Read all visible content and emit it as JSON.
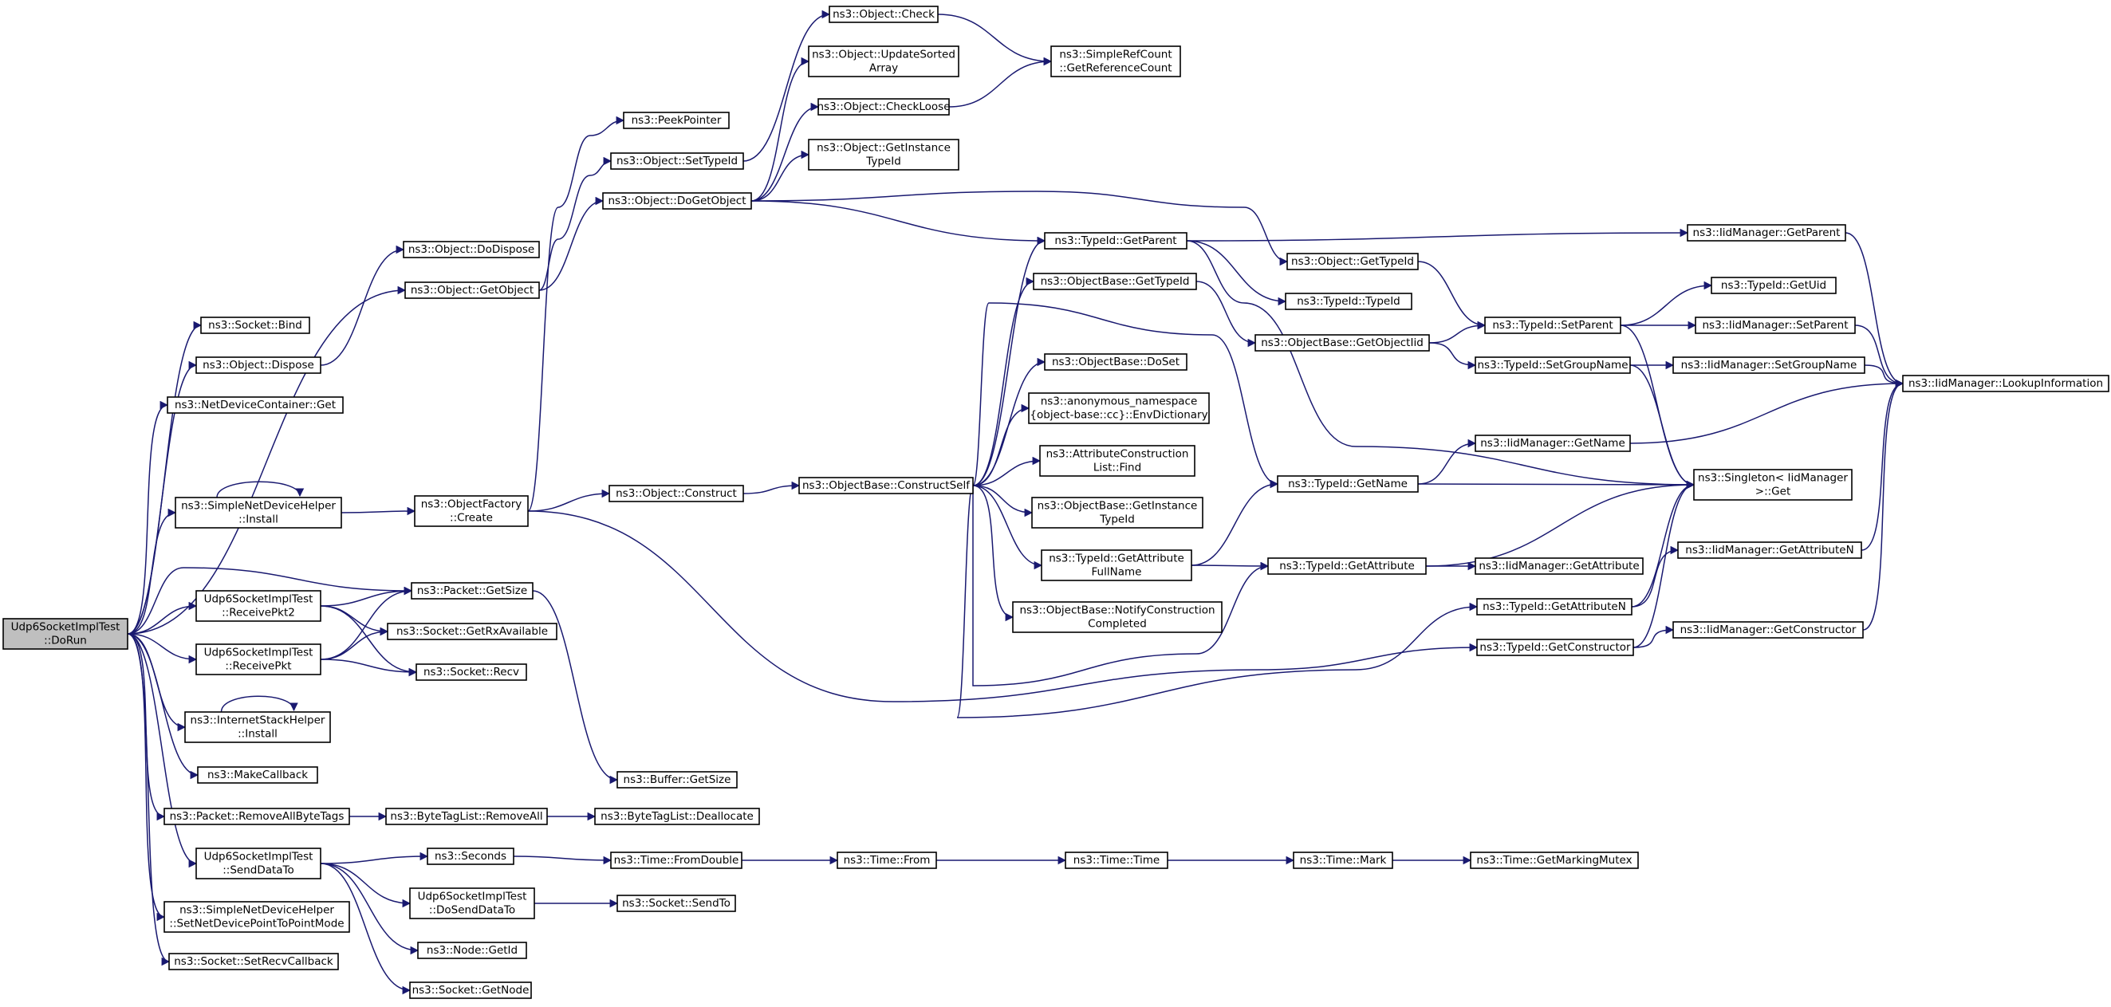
{
  "diagram": {
    "type": "call-graph",
    "colors": {
      "edge": "#191970",
      "node_fill": "#ffffff",
      "root_fill": "#bfbfbf",
      "border": "#000000"
    },
    "nodes": [
      {
        "id": "root",
        "lines": [
          "Udp6SocketImplTest",
          "::DoRun"
        ],
        "root": true
      },
      {
        "id": "socket_bind",
        "lines": [
          "ns3::Socket::Bind"
        ]
      },
      {
        "id": "object_dispose",
        "lines": [
          "ns3::Object::Dispose"
        ]
      },
      {
        "id": "ndc_get",
        "lines": [
          "ns3::NetDeviceContainer::Get"
        ]
      },
      {
        "id": "sndh_install",
        "lines": [
          "ns3::SimpleNetDeviceHelper",
          "::Install"
        ]
      },
      {
        "id": "packet_getsize",
        "lines": [
          "ns3::Packet::GetSize"
        ]
      },
      {
        "id": "recvpkt2",
        "lines": [
          "Udp6SocketImplTest",
          "::ReceivePkt2"
        ]
      },
      {
        "id": "socket_getrxavail",
        "lines": [
          "ns3::Socket::GetRxAvailable"
        ]
      },
      {
        "id": "recvpkt",
        "lines": [
          "Udp6SocketImplTest",
          "::ReceivePkt"
        ]
      },
      {
        "id": "socket_recv",
        "lines": [
          "ns3::Socket::Recv"
        ]
      },
      {
        "id": "ish_install",
        "lines": [
          "ns3::InternetStackHelper",
          "::Install"
        ]
      },
      {
        "id": "makecallback",
        "lines": [
          "ns3::MakeCallback"
        ]
      },
      {
        "id": "packet_removeall",
        "lines": [
          "ns3::Packet::RemoveAllByteTags"
        ]
      },
      {
        "id": "senddatato",
        "lines": [
          "Udp6SocketImplTest",
          "::SendDataTo"
        ]
      },
      {
        "id": "sndh_setp2p",
        "lines": [
          "ns3::SimpleNetDeviceHelper",
          "::SetNetDevicePointToPointMode"
        ]
      },
      {
        "id": "socket_setrecvcb",
        "lines": [
          "ns3::Socket::SetRecvCallback"
        ]
      },
      {
        "id": "object_dodispose",
        "lines": [
          "ns3::Object::DoDispose"
        ]
      },
      {
        "id": "object_getobject",
        "lines": [
          "ns3::Object::GetObject"
        ]
      },
      {
        "id": "objfactory_create",
        "lines": [
          "ns3::ObjectFactory",
          "::Create"
        ]
      },
      {
        "id": "btl_removeall",
        "lines": [
          "ns3::ByteTagList::RemoveAll"
        ]
      },
      {
        "id": "seconds",
        "lines": [
          "ns3::Seconds"
        ]
      },
      {
        "id": "dosenddatato",
        "lines": [
          "Udp6SocketImplTest",
          "::DoSendDataTo"
        ]
      },
      {
        "id": "node_getid",
        "lines": [
          "ns3::Node::GetId"
        ]
      },
      {
        "id": "socket_getnode",
        "lines": [
          "ns3::Socket::GetNode"
        ]
      },
      {
        "id": "peekpointer",
        "lines": [
          "ns3::PeekPointer"
        ]
      },
      {
        "id": "object_settypeid",
        "lines": [
          "ns3::Object::SetTypeId"
        ]
      },
      {
        "id": "object_dogetobject",
        "lines": [
          "ns3::Object::DoGetObject"
        ]
      },
      {
        "id": "object_construct",
        "lines": [
          "ns3::Object::Construct"
        ]
      },
      {
        "id": "buffer_getsize",
        "lines": [
          "ns3::Buffer::GetSize"
        ]
      },
      {
        "id": "btl_deallocate",
        "lines": [
          "ns3::ByteTagList::Deallocate"
        ]
      },
      {
        "id": "time_fromdouble",
        "lines": [
          "ns3::Time::FromDouble"
        ]
      },
      {
        "id": "socket_sendto",
        "lines": [
          "ns3::Socket::SendTo"
        ]
      },
      {
        "id": "object_check",
        "lines": [
          "ns3::Object::Check"
        ]
      },
      {
        "id": "object_updatesorted",
        "lines": [
          "ns3::Object::UpdateSorted",
          "Array"
        ]
      },
      {
        "id": "object_checkloose",
        "lines": [
          "ns3::Object::CheckLoose"
        ]
      },
      {
        "id": "object_getinstancetypeid",
        "lines": [
          "ns3::Object::GetInstance",
          "TypeId"
        ]
      },
      {
        "id": "objbase_constructself",
        "lines": [
          "ns3::ObjectBase::ConstructSelf"
        ]
      },
      {
        "id": "time_from",
        "lines": [
          "ns3::Time::From"
        ]
      },
      {
        "id": "simplerefcount",
        "lines": [
          "ns3::SimpleRefCount",
          "::GetReferenceCount"
        ]
      },
      {
        "id": "typeid_getparent",
        "lines": [
          "ns3::TypeId::GetParent"
        ]
      },
      {
        "id": "objbase_gettypeid",
        "lines": [
          "ns3::ObjectBase::GetTypeId"
        ]
      },
      {
        "id": "objbase_doset",
        "lines": [
          "ns3::ObjectBase::DoSet"
        ]
      },
      {
        "id": "anon_envdict",
        "lines": [
          "ns3::anonymous_namespace",
          "{object-base::cc}::EnvDictionary"
        ]
      },
      {
        "id": "attrconstr_find",
        "lines": [
          "ns3::AttributeConstruction",
          "List::Find"
        ]
      },
      {
        "id": "objbase_getinstancetypeid",
        "lines": [
          "ns3::ObjectBase::GetInstance",
          "TypeId"
        ]
      },
      {
        "id": "typeid_getattrfullname",
        "lines": [
          "ns3::TypeId::GetAttribute",
          "FullName"
        ]
      },
      {
        "id": "objbase_notifyconstr",
        "lines": [
          "ns3::ObjectBase::NotifyConstruction",
          "Completed"
        ]
      },
      {
        "id": "time_time",
        "lines": [
          "ns3::Time::Time"
        ]
      },
      {
        "id": "object_gettypeid",
        "lines": [
          "ns3::Object::GetTypeId"
        ]
      },
      {
        "id": "typeid_typeid",
        "lines": [
          "ns3::TypeId::TypeId"
        ]
      },
      {
        "id": "objbase_getobjectiid",
        "lines": [
          "ns3::ObjectBase::GetObjectIid"
        ]
      },
      {
        "id": "typeid_getname",
        "lines": [
          "ns3::TypeId::GetName"
        ]
      },
      {
        "id": "typeid_getattribute",
        "lines": [
          "ns3::TypeId::GetAttribute"
        ]
      },
      {
        "id": "time_mark",
        "lines": [
          "ns3::Time::Mark"
        ]
      },
      {
        "id": "typeid_setparent",
        "lines": [
          "ns3::TypeId::SetParent"
        ]
      },
      {
        "id": "typeid_setgroupname",
        "lines": [
          "ns3::TypeId::SetGroupName"
        ]
      },
      {
        "id": "iid_getname",
        "lines": [
          "ns3::IidManager::GetName"
        ]
      },
      {
        "id": "iid_getattribute",
        "lines": [
          "ns3::IidManager::GetAttribute"
        ]
      },
      {
        "id": "typeid_getattributen",
        "lines": [
          "ns3::TypeId::GetAttributeN"
        ]
      },
      {
        "id": "typeid_getconstructor",
        "lines": [
          "ns3::TypeId::GetConstructor"
        ]
      },
      {
        "id": "time_getmarkingmutex",
        "lines": [
          "ns3::Time::GetMarkingMutex"
        ]
      },
      {
        "id": "iid_getparent",
        "lines": [
          "ns3::IidManager::GetParent"
        ]
      },
      {
        "id": "typeid_getuid",
        "lines": [
          "ns3::TypeId::GetUid"
        ]
      },
      {
        "id": "iid_setparent",
        "lines": [
          "ns3::IidManager::SetParent"
        ]
      },
      {
        "id": "iid_setgroupname",
        "lines": [
          "ns3::IidManager::SetGroupName"
        ]
      },
      {
        "id": "singleton_get",
        "lines": [
          "ns3::Singleton< IidManager",
          " >::Get"
        ]
      },
      {
        "id": "iid_getattributen",
        "lines": [
          "ns3::IidManager::GetAttributeN"
        ]
      },
      {
        "id": "iid_getconstructor",
        "lines": [
          "ns3::IidManager::GetConstructor"
        ]
      },
      {
        "id": "iid_lookupinfo",
        "lines": [
          "ns3::IidManager::LookupInformation"
        ]
      }
    ],
    "edges": [
      [
        "root",
        "socket_bind"
      ],
      [
        "root",
        "object_dispose"
      ],
      [
        "root",
        "ndc_get"
      ],
      [
        "root",
        "sndh_install"
      ],
      [
        "root",
        "packet_getsize"
      ],
      [
        "root",
        "recvpkt2"
      ],
      [
        "root",
        "recvpkt"
      ],
      [
        "root",
        "ish_install"
      ],
      [
        "root",
        "makecallback"
      ],
      [
        "root",
        "packet_removeall"
      ],
      [
        "root",
        "senddatato"
      ],
      [
        "root",
        "sndh_setp2p"
      ],
      [
        "root",
        "socket_setrecvcb"
      ],
      [
        "root",
        "object_getobject"
      ],
      [
        "object_dispose",
        "object_dodispose"
      ],
      [
        "sndh_install",
        "sndh_install"
      ],
      [
        "sndh_install",
        "objfactory_create"
      ],
      [
        "recvpkt2",
        "packet_getsize"
      ],
      [
        "recvpkt2",
        "socket_getrxavail"
      ],
      [
        "recvpkt2",
        "socket_recv"
      ],
      [
        "recvpkt",
        "packet_getsize"
      ],
      [
        "recvpkt",
        "socket_getrxavail"
      ],
      [
        "recvpkt",
        "socket_recv"
      ],
      [
        "ish_install",
        "ish_install"
      ],
      [
        "packet_removeall",
        "btl_removeall"
      ],
      [
        "btl_removeall",
        "btl_deallocate"
      ],
      [
        "senddatato",
        "seconds"
      ],
      [
        "senddatato",
        "dosenddatato"
      ],
      [
        "senddatato",
        "node_getid"
      ],
      [
        "senddatato",
        "socket_getnode"
      ],
      [
        "seconds",
        "time_fromdouble"
      ],
      [
        "time_fromdouble",
        "time_from"
      ],
      [
        "time_from",
        "time_time"
      ],
      [
        "time_time",
        "time_mark"
      ],
      [
        "time_mark",
        "time_getmarkingmutex"
      ],
      [
        "dosenddatato",
        "socket_sendto"
      ],
      [
        "packet_getsize",
        "buffer_getsize"
      ],
      [
        "object_getobject",
        "object_settypeid"
      ],
      [
        "object_getobject",
        "object_dogetobject"
      ],
      [
        "objfactory_create",
        "peekpointer"
      ],
      [
        "objfactory_create",
        "object_construct"
      ],
      [
        "objfactory_create",
        "typeid_getconstructor"
      ],
      [
        "object_settypeid",
        "object_check"
      ],
      [
        "object_dogetobject",
        "object_updatesorted"
      ],
      [
        "object_dogetobject",
        "object_checkloose"
      ],
      [
        "object_dogetobject",
        "object_getinstancetypeid"
      ],
      [
        "object_dogetobject",
        "typeid_getparent"
      ],
      [
        "object_dogetobject",
        "object_gettypeid"
      ],
      [
        "object_check",
        "simplerefcount"
      ],
      [
        "object_checkloose",
        "simplerefcount"
      ],
      [
        "object_construct",
        "objbase_constructself"
      ],
      [
        "objbase_constructself",
        "typeid_getparent"
      ],
      [
        "objbase_constructself",
        "objbase_gettypeid"
      ],
      [
        "objbase_constructself",
        "objbase_doset"
      ],
      [
        "objbase_constructself",
        "anon_envdict"
      ],
      [
        "objbase_constructself",
        "attrconstr_find"
      ],
      [
        "objbase_constructself",
        "objbase_getinstancetypeid"
      ],
      [
        "objbase_constructself",
        "typeid_getattrfullname"
      ],
      [
        "objbase_constructself",
        "objbase_notifyconstr"
      ],
      [
        "objbase_constructself",
        "typeid_getname"
      ],
      [
        "objbase_constructself",
        "typeid_getattribute"
      ],
      [
        "objbase_constructself",
        "typeid_getattributen"
      ],
      [
        "typeid_getparent",
        "iid_getparent"
      ],
      [
        "typeid_getparent",
        "typeid_typeid"
      ],
      [
        "typeid_getparent",
        "singleton_get"
      ],
      [
        "objbase_gettypeid",
        "objbase_getobjectiid"
      ],
      [
        "object_gettypeid",
        "typeid_setparent"
      ],
      [
        "objbase_getobjectiid",
        "typeid_setparent"
      ],
      [
        "objbase_getobjectiid",
        "typeid_setgroupname"
      ],
      [
        "typeid_getattrfullname",
        "typeid_getname"
      ],
      [
        "typeid_getattrfullname",
        "typeid_getattribute"
      ],
      [
        "typeid_getname",
        "iid_getname"
      ],
      [
        "typeid_getname",
        "singleton_get"
      ],
      [
        "typeid_getattribute",
        "iid_getattribute"
      ],
      [
        "typeid_getattribute",
        "singleton_get"
      ],
      [
        "typeid_setparent",
        "typeid_getuid"
      ],
      [
        "typeid_setparent",
        "iid_setparent"
      ],
      [
        "typeid_setparent",
        "singleton_get"
      ],
      [
        "typeid_setgroupname",
        "iid_setgroupname"
      ],
      [
        "typeid_setgroupname",
        "singleton_get"
      ],
      [
        "typeid_getattributen",
        "iid_getattributen"
      ],
      [
        "typeid_getattributen",
        "singleton_get"
      ],
      [
        "typeid_getconstructor",
        "iid_getconstructor"
      ],
      [
        "typeid_getconstructor",
        "singleton_get"
      ],
      [
        "iid_getname",
        "iid_lookupinfo"
      ],
      [
        "iid_getparent",
        "iid_lookupinfo"
      ],
      [
        "iid_setparent",
        "iid_lookupinfo"
      ],
      [
        "iid_setgroupname",
        "iid_lookupinfo"
      ],
      [
        "iid_getattributen",
        "iid_lookupinfo"
      ],
      [
        "iid_getconstructor",
        "iid_lookupinfo"
      ]
    ]
  }
}
